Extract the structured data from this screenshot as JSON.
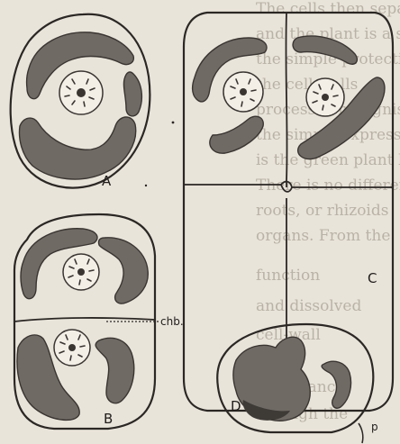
{
  "figure": {
    "labels": {
      "a": "A",
      "b": "B",
      "c": "C",
      "d": "D",
      "chb": "chb.",
      "p": "p"
    }
  },
  "background_text": [
    "The cells then separate from one a",
    "and the plant is a scarcely visible",
    "the simple protective sheet",
    "the cell walls",
    "process is recognised",
    "the simple expression",
    "is the green plant here red",
    "There is no differentiation in",
    "roots, or rhizoids",
    "organs. From the",
    "function",
    "and dissolved",
    "cell-wall",
    "importance",
    "through the"
  ],
  "colors": {
    "paper": "#e9e4da",
    "ink": "#2b2724",
    "chloroplast": "#6f6a64"
  }
}
